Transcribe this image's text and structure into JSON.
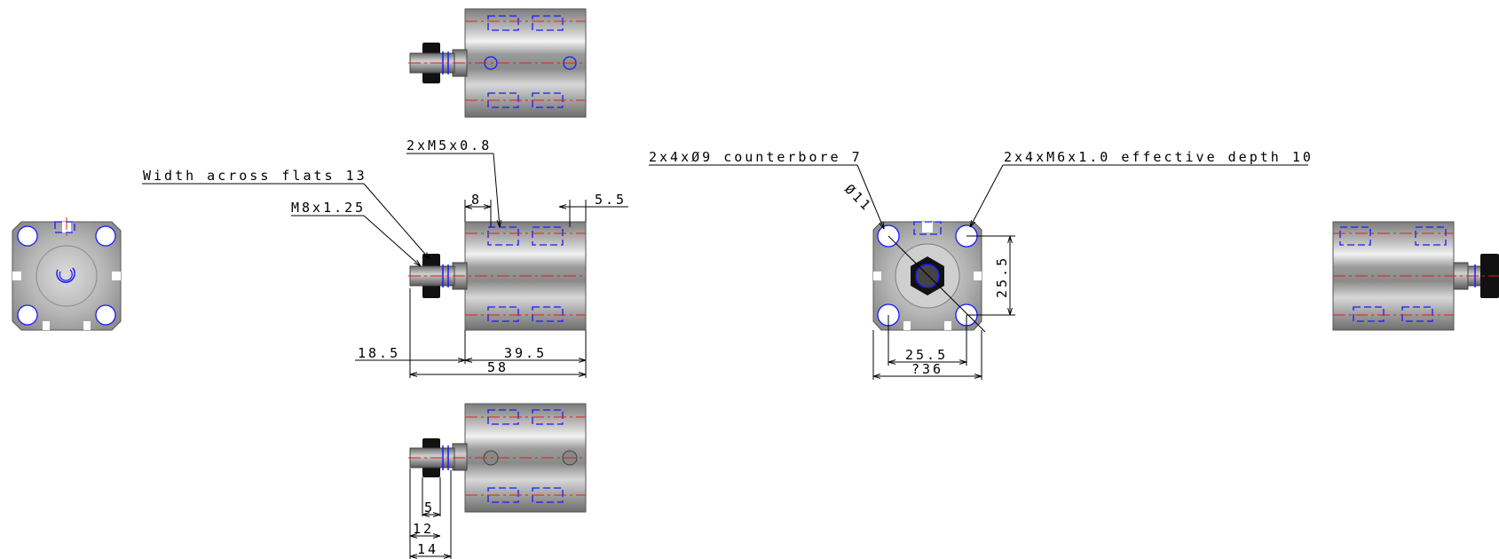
{
  "annotations": {
    "width_across_flats": "Width across flats 13",
    "thread_rod": "M8x1.25",
    "ports": "2xM5x0.8",
    "counterbore": "2x4xØ9 counterbore 7",
    "mount_thread": "2x4xM6x1.0 effective depth 10",
    "bore_dia": "Ø11"
  },
  "dimensions": {
    "port_offset": "8",
    "port_offset_right": "5.5",
    "rod_length": "18.5",
    "body_length": "39.5",
    "overall_length": "58",
    "mount_vertical": "25.5",
    "mount_horizontal": "25.5",
    "body_width": "?36",
    "flat_5": "5",
    "flat_12": "12",
    "flat_14": "14"
  },
  "colors": {
    "hidden_line": "#1a1aff",
    "center_line": "#e0201c",
    "body_metal": "#a9a9a9",
    "nut": "#111111"
  }
}
